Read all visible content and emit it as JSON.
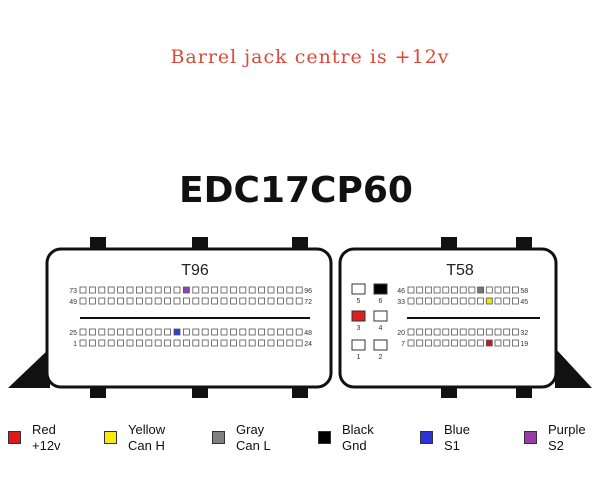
{
  "note": "Barrel jack centre is +12v",
  "title": "EDC17CP60",
  "connectors": {
    "t96": {
      "label": "T96",
      "rows": [
        {
          "start": "73",
          "end": "96",
          "count": 24,
          "highlights": [
            {
              "index": 11,
              "color": "#8e44ad"
            }
          ]
        },
        {
          "start": "49",
          "end": "72",
          "count": 24,
          "highlights": []
        },
        {
          "start": "25",
          "end": "48",
          "count": 24,
          "highlights": [
            {
              "index": 10,
              "color": "#2b3fd6"
            }
          ]
        },
        {
          "start": "1",
          "end": "24",
          "count": 24,
          "highlights": []
        }
      ]
    },
    "t58": {
      "label": "T58",
      "rows": [
        {
          "start": "46",
          "end": "58",
          "count": 13,
          "highlights": [
            {
              "index": 8,
              "color": "#777777"
            }
          ]
        },
        {
          "start": "33",
          "end": "45",
          "count": 13,
          "highlights": [
            {
              "index": 9,
              "color": "#f2e600"
            }
          ]
        },
        {
          "start": "20",
          "end": "32",
          "count": 13,
          "highlights": []
        },
        {
          "start": "7",
          "end": "19",
          "count": 13,
          "highlights": [
            {
              "index": 9,
              "color": "#cc1a1a"
            }
          ]
        }
      ],
      "power_pins": [
        {
          "label": "5",
          "color": "#ffffff"
        },
        {
          "label": "6",
          "color": "#000000"
        },
        {
          "label": "3",
          "color": "#dd1f1f"
        },
        {
          "label": "4",
          "color": "#ffffff"
        },
        {
          "label": "1",
          "color": "#ffffff"
        },
        {
          "label": "2",
          "color": "#ffffff"
        }
      ]
    }
  },
  "legend": [
    {
      "color_name": "Red",
      "signal": "+12v",
      "color": "#e01818"
    },
    {
      "color_name": "Yellow",
      "signal": "Can H",
      "color": "#f5ea12"
    },
    {
      "color_name": "Gray",
      "signal": "Can L",
      "color": "#808080"
    },
    {
      "color_name": "Black",
      "signal": "Gnd",
      "color": "#000000"
    },
    {
      "color_name": "Blue",
      "signal": "S1",
      "color": "#2c33d8"
    },
    {
      "color_name": "Purple",
      "signal": "S2",
      "color": "#9b3da6"
    }
  ]
}
